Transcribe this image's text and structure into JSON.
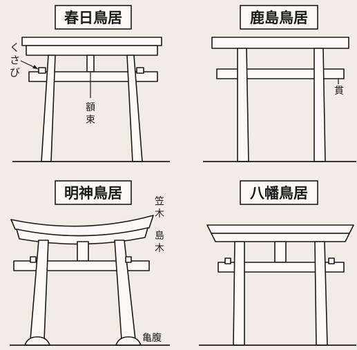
{
  "diagrams": [
    {
      "id": "kasuga",
      "title": "春日鳥居",
      "labels": {
        "kusabi": "くさび",
        "gakuzuka_1": "額",
        "gakuzuka_2": "束"
      }
    },
    {
      "id": "kashima",
      "title": "鹿島鳥居",
      "labels": {
        "nuki": "貫"
      }
    },
    {
      "id": "myojin",
      "title": "明神鳥居",
      "labels": {
        "kasagi_1": "笠",
        "kasagi_2": "木",
        "shimaki_1": "島",
        "shimaki_2": "木",
        "kamebara": "亀腹"
      }
    },
    {
      "id": "hachiman",
      "title": "八幡鳥居",
      "labels": {}
    }
  ]
}
